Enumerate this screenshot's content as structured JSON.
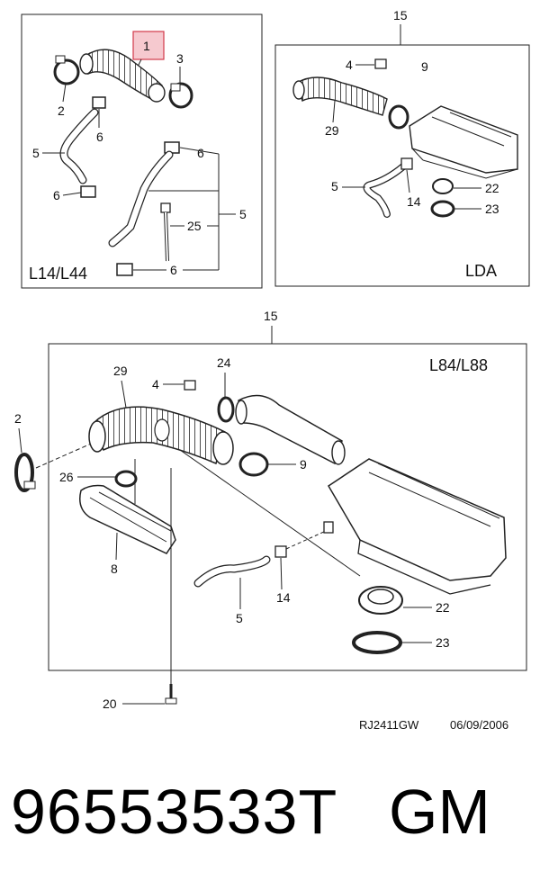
{
  "panel_top_left": {
    "variant": "L14/L44",
    "callouts": {
      "c1": "1",
      "c2": "2",
      "c3": "3",
      "c5": "5",
      "c6a": "6",
      "c6b": "6",
      "c6c": "6",
      "c6d": "6",
      "c25": "25",
      "c5b": "5"
    }
  },
  "panel_top_right": {
    "group": "15",
    "variant": "LDA",
    "callouts": {
      "c4": "4",
      "c9": "9",
      "c29": "29",
      "c5": "5",
      "c14": "14",
      "c22": "22",
      "c23": "23"
    }
  },
  "panel_bottom": {
    "group": "15",
    "variant": "L84/L88",
    "callouts": {
      "c2": "2",
      "c29": "29",
      "c4": "4",
      "c24": "24",
      "c9": "9",
      "c26": "26",
      "c8": "8",
      "c14": "14",
      "c5": "5",
      "c22": "22",
      "c23": "23",
      "c20": "20"
    }
  },
  "footer": {
    "ref": "RJ2411GW",
    "date": "06/09/2006"
  },
  "part_number": "96553533T",
  "brand": "GM",
  "colors": {
    "highlight_fill": "#f6c9cf",
    "highlight_stroke": "#d33a4a",
    "line": "#222222"
  }
}
